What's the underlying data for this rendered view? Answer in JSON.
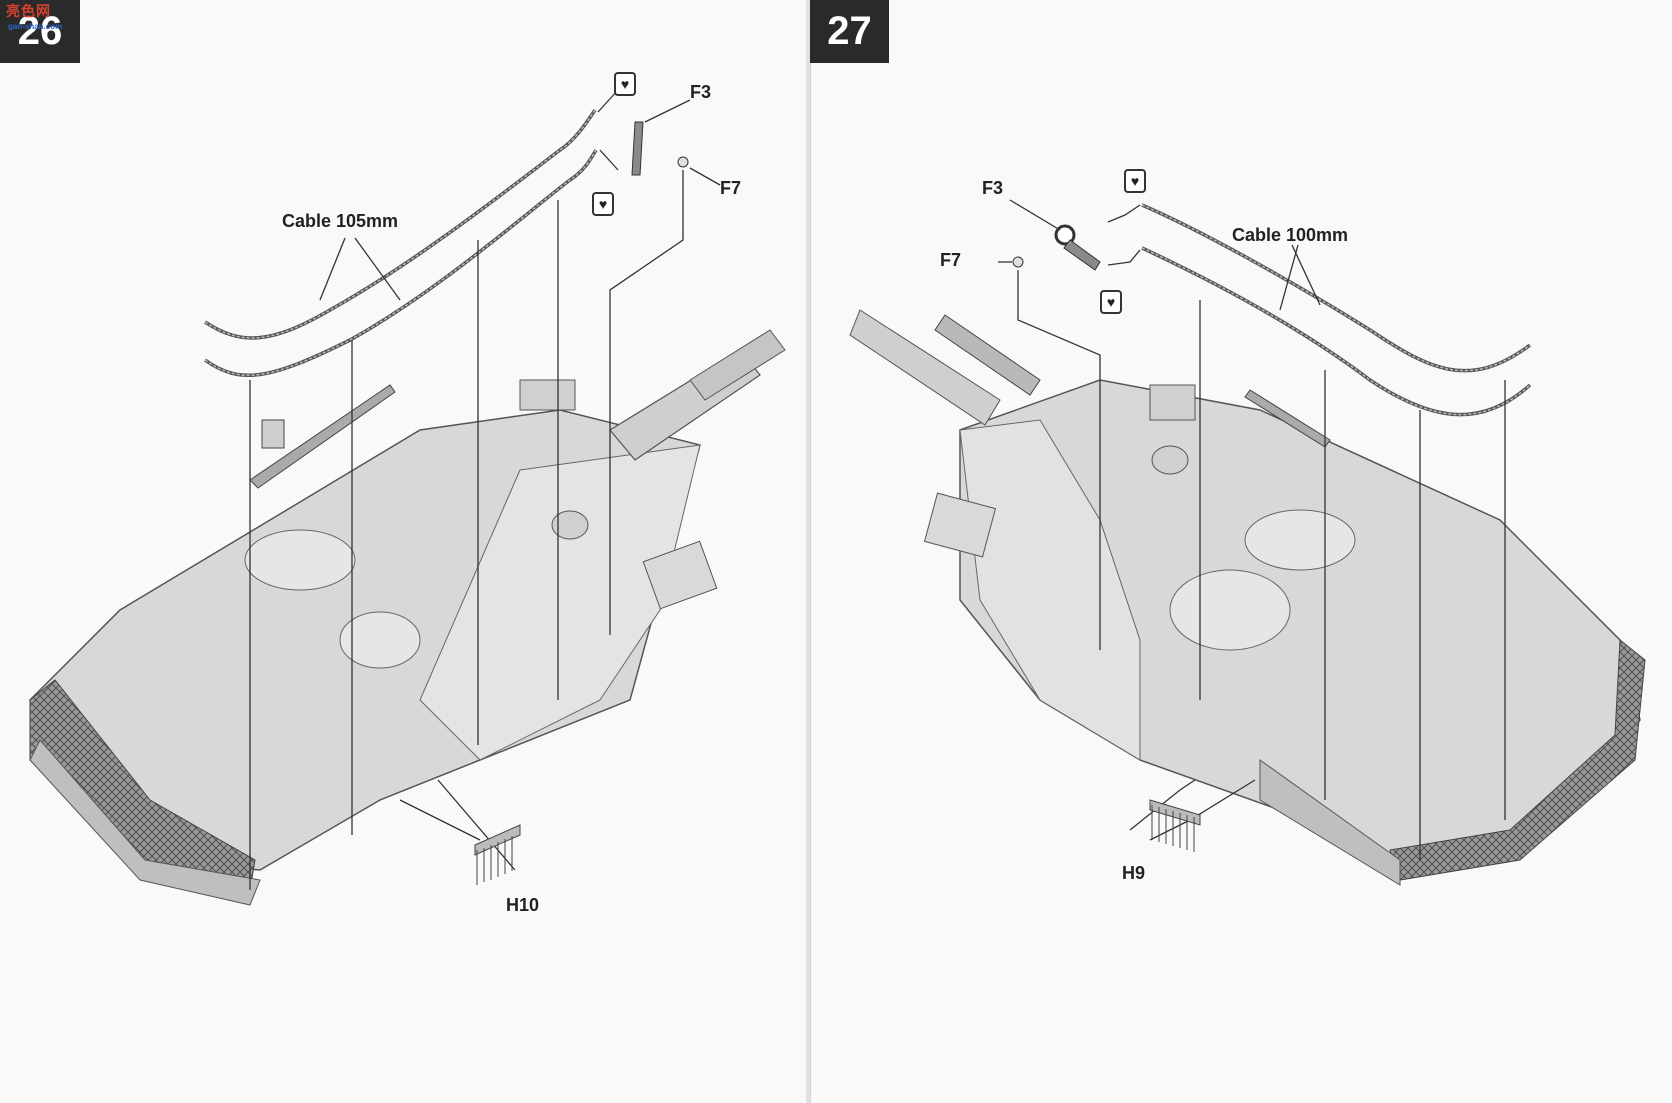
{
  "watermark": {
    "text": "亮色网",
    "sub": "gan-shan.com"
  },
  "left_step": {
    "number": "26",
    "labels": {
      "f3": "F3",
      "f7": "F7",
      "cable": "Cable 105mm",
      "h10": "H10"
    },
    "glue_icon": "broken-heart-icon"
  },
  "right_step": {
    "number": "27",
    "labels": {
      "f3": "F3",
      "f7": "F7",
      "cable": "Cable 100mm",
      "h9": "H9"
    },
    "glue_icon": "broken-heart-icon"
  },
  "colors": {
    "badge": "#2a2a2a",
    "hull": "#d8d8d8",
    "line": "#333333"
  }
}
